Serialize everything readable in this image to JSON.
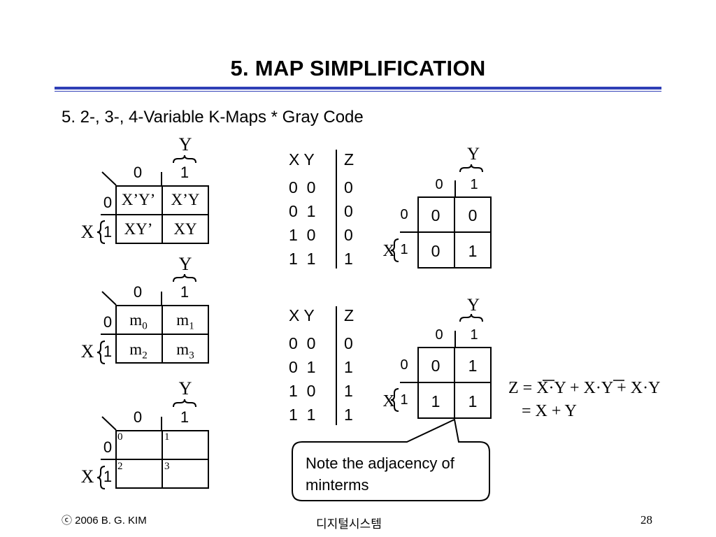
{
  "slide": {
    "title": "5.  MAP SIMPLIFICATION",
    "subtitle": "5.  2-, 3-, 4-Variable K-Maps   * Gray Code"
  },
  "map1": {
    "y_label": "Y",
    "x_label": "X",
    "col_headers": [
      "0",
      "1"
    ],
    "row_headers": [
      "0",
      "1"
    ],
    "cells": [
      "X’Y’",
      "X’Y",
      "XY’",
      "XY"
    ]
  },
  "map2": {
    "y_label": "Y",
    "x_label": "X",
    "col_headers": [
      "0",
      "1"
    ],
    "row_headers": [
      "0",
      "1"
    ],
    "cells": [
      {
        "base": "m",
        "sub": "0"
      },
      {
        "base": "m",
        "sub": "1"
      },
      {
        "base": "m",
        "sub": "2"
      },
      {
        "base": "m",
        "sub": "3"
      }
    ]
  },
  "map3": {
    "y_label": "Y",
    "x_label": "X",
    "col_headers": [
      "0",
      "1"
    ],
    "row_headers": [
      "0",
      "1"
    ],
    "cells": [
      "0",
      "1",
      "2",
      "3"
    ]
  },
  "truth_table_1": {
    "header_xy": "X Y",
    "header_z": "Z",
    "rows": [
      {
        "xy": "0  0",
        "z": "0"
      },
      {
        "xy": "0  1",
        "z": "0"
      },
      {
        "xy": "1  0",
        "z": "0"
      },
      {
        "xy": "1  1",
        "z": "1"
      }
    ]
  },
  "truth_table_2": {
    "header_xy": "X Y",
    "header_z": "Z",
    "rows": [
      {
        "xy": "0  0",
        "z": "0"
      },
      {
        "xy": "0  1",
        "z": "1"
      },
      {
        "xy": "1  0",
        "z": "1"
      },
      {
        "xy": "1  1",
        "z": "1"
      }
    ]
  },
  "kmap_and": {
    "y_label": "Y",
    "x_label": "X",
    "col_headers": [
      "0",
      "1"
    ],
    "row_headers": [
      "0",
      "1"
    ],
    "cells": [
      "0",
      "0",
      "0",
      "1"
    ]
  },
  "kmap_or": {
    "y_label": "Y",
    "x_label": "X",
    "col_headers": [
      "0",
      "1"
    ],
    "row_headers": [
      "0",
      "1"
    ],
    "cells": [
      "0",
      "1",
      "1",
      "1"
    ]
  },
  "equation": {
    "line1": "Z = X·Y + X·Y + X·Y",
    "line2": "= X + Y"
  },
  "callout": {
    "text": "Note the adjacency of minterms"
  },
  "footer": {
    "copyright": "ⓒ 2006  B. G. KIM",
    "course": "디지털시스템",
    "page": "28"
  }
}
